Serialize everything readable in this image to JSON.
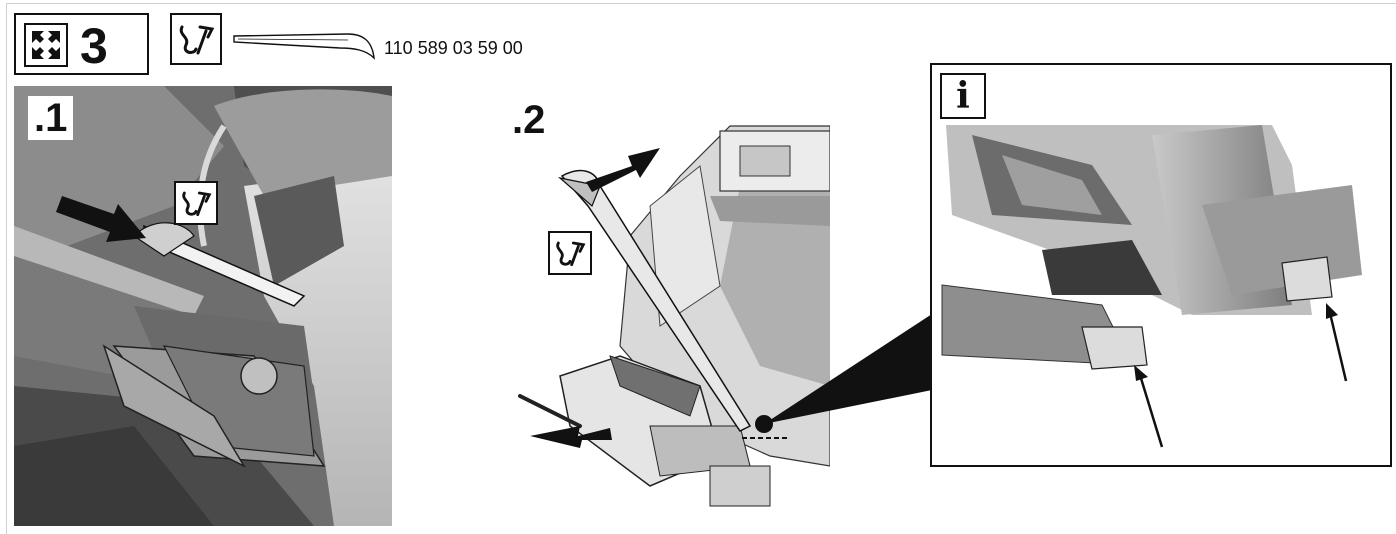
{
  "header": {
    "step_number": "3",
    "part_number": "110 589 03 59 00"
  },
  "panels": {
    "panel1_label": ".1",
    "panel2_label": ".2"
  },
  "callout": {
    "info_label": "i"
  },
  "icons": {
    "expand": "expand-arrows-icon",
    "tool": "wedge-tool-icon",
    "info": "info-icon"
  },
  "colors": {
    "line": "#111111",
    "light_gray": "#d4d4d4",
    "mid_gray": "#8a8a8a",
    "dark_gray": "#3a3a3a"
  }
}
